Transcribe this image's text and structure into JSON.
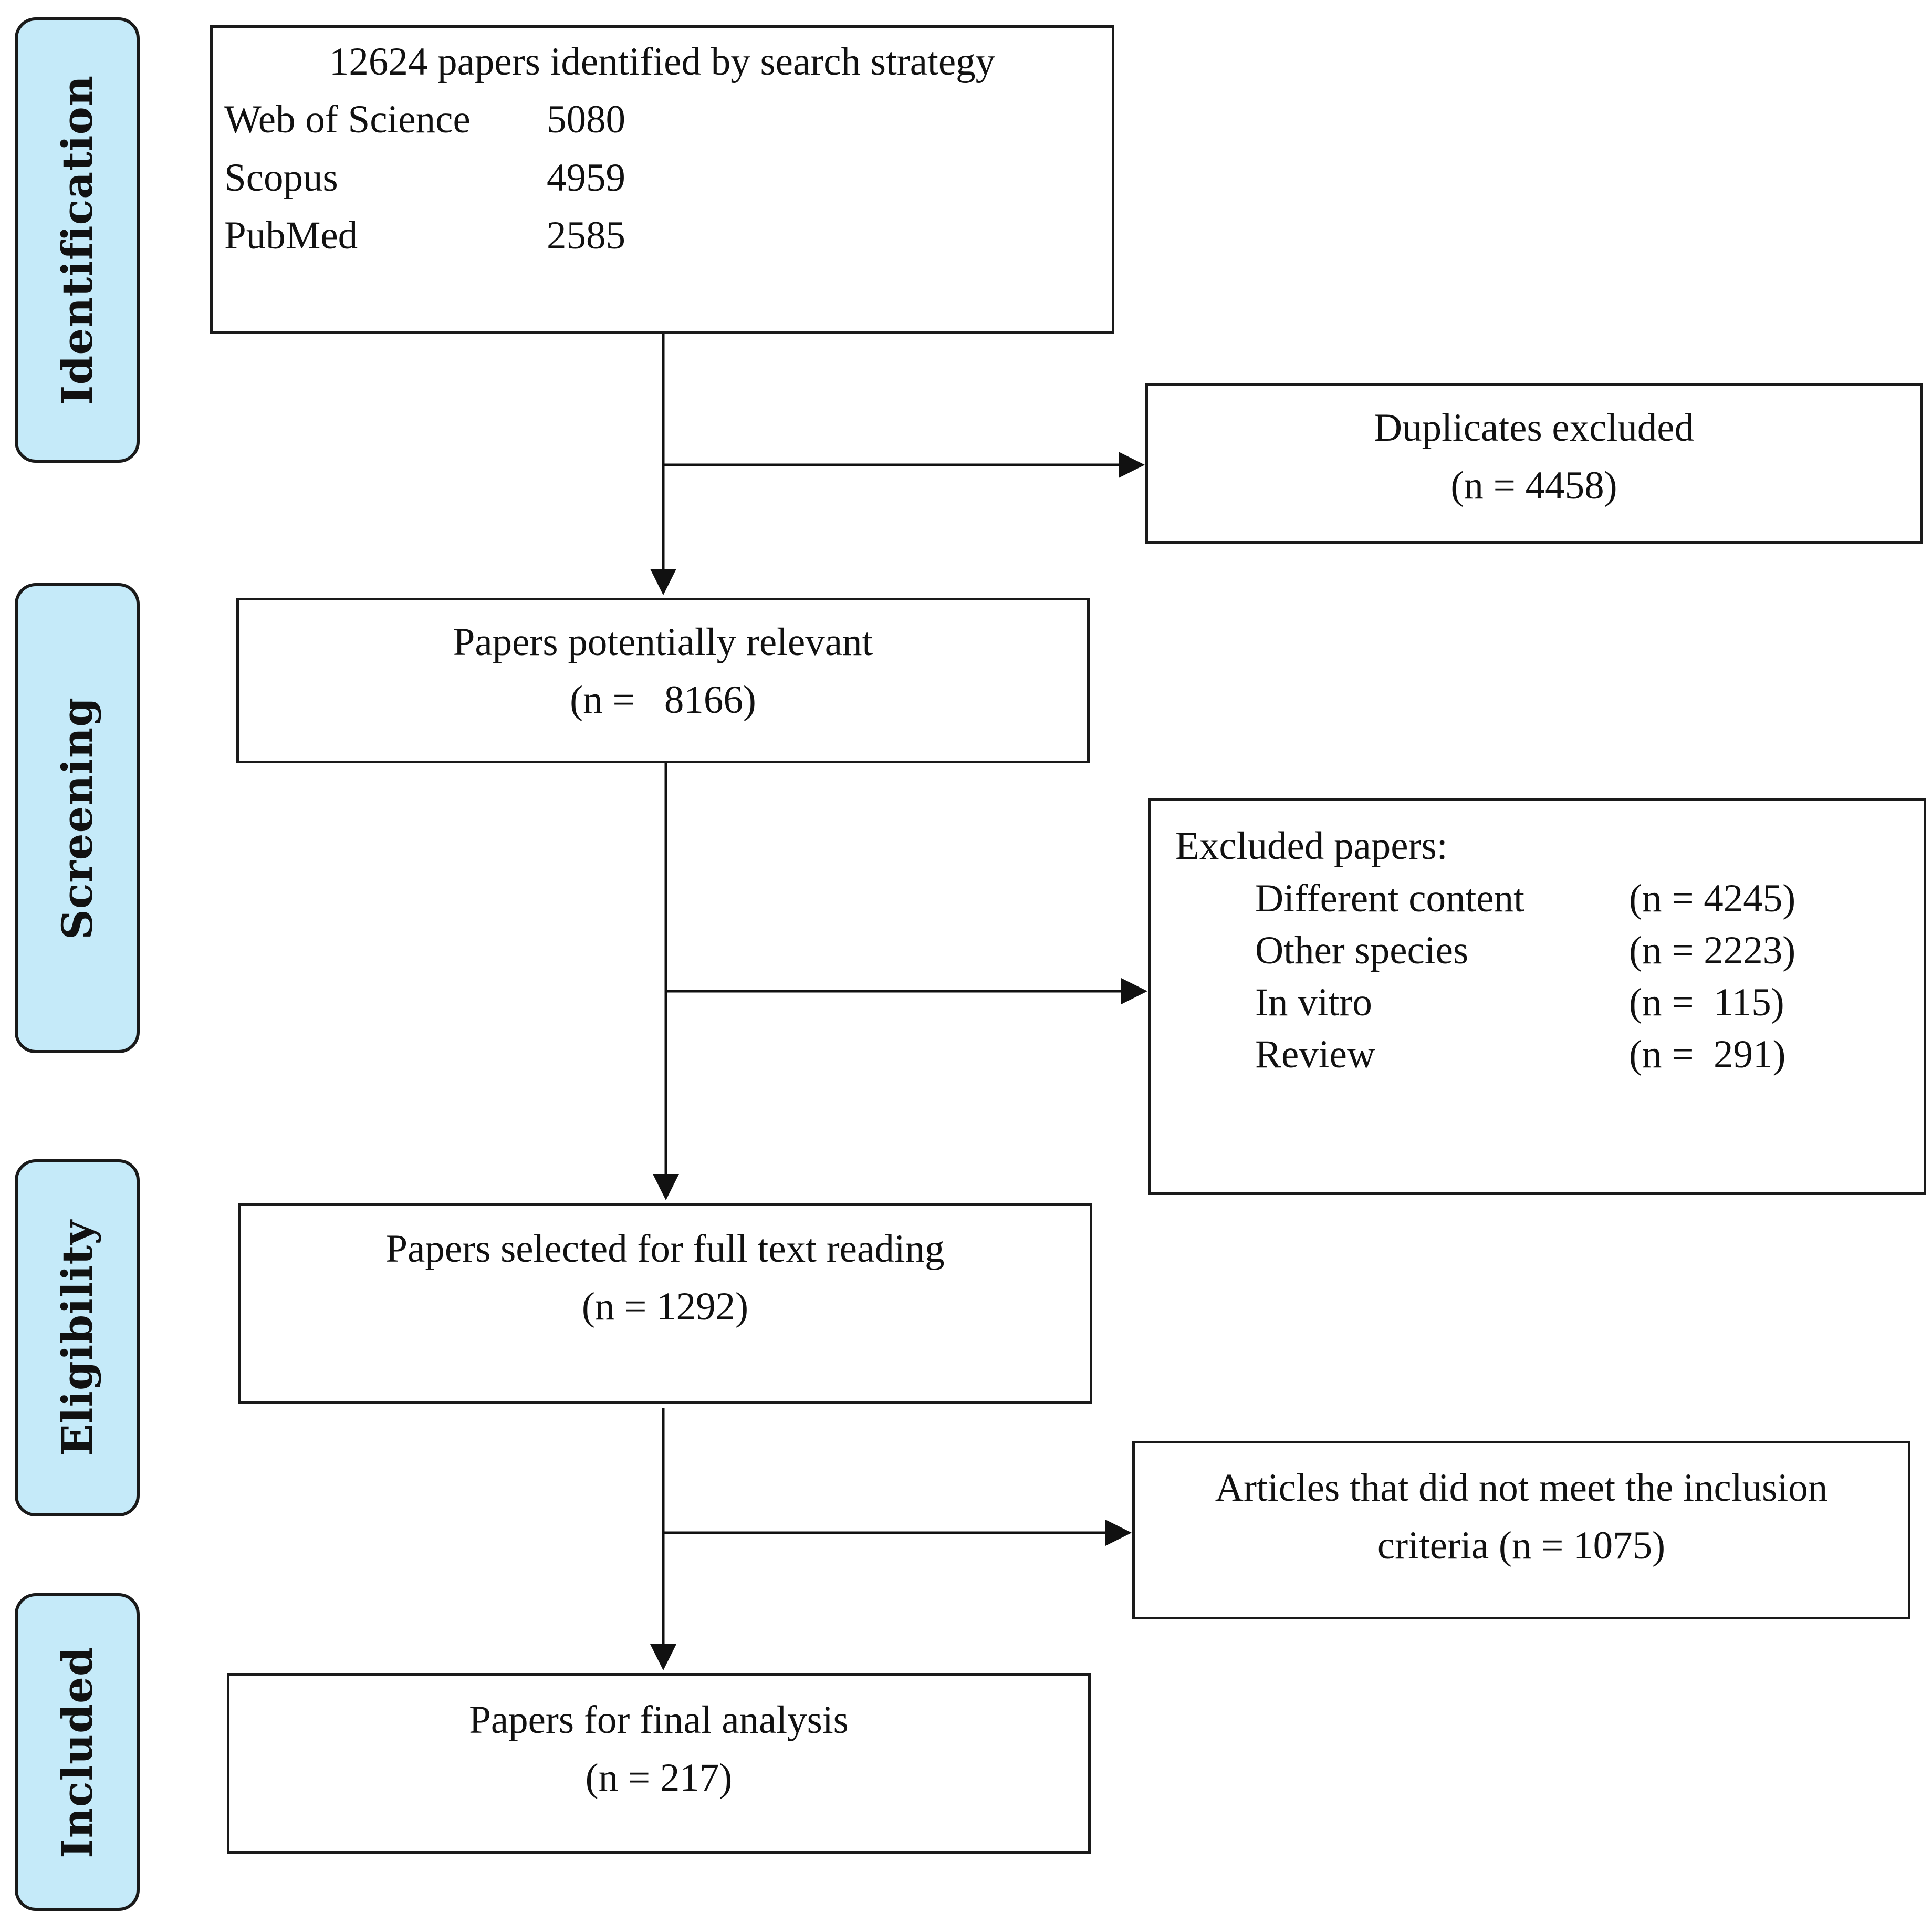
{
  "stages": {
    "identification": "Identification",
    "screening": "Screening",
    "eligibility": "Eligibility",
    "included": "Included"
  },
  "identification_box": {
    "heading": "12624 papers identified by search strategy",
    "sources": [
      {
        "name": "Web of Science",
        "count": "5080"
      },
      {
        "name": "Scopus",
        "count": "4959"
      },
      {
        "name": "PubMed",
        "count": "2585"
      }
    ]
  },
  "duplicates_box": {
    "line1": "Duplicates excluded",
    "line2": "(n = 4458)"
  },
  "relevant_box": {
    "line1": "Papers potentially relevant",
    "line2": "(n =   8166)"
  },
  "excluded_box": {
    "heading": "Excluded papers:",
    "items": [
      {
        "reason": "Different content",
        "count": "(n = 4245)"
      },
      {
        "reason": "Other species",
        "count": "(n = 2223)"
      },
      {
        "reason": "In vitro",
        "count": "(n =  115)"
      },
      {
        "reason": "Review",
        "count": "(n =  291)"
      }
    ]
  },
  "fulltext_box": {
    "line1": "Papers selected for full text reading",
    "line2": "(n = 1292)"
  },
  "criteria_box": {
    "line1": "Articles that did not meet the inclusion",
    "line2": "criteria (n = 1075)"
  },
  "final_box": {
    "line1": "Papers for final analysis",
    "line2": "(n = 217)"
  }
}
